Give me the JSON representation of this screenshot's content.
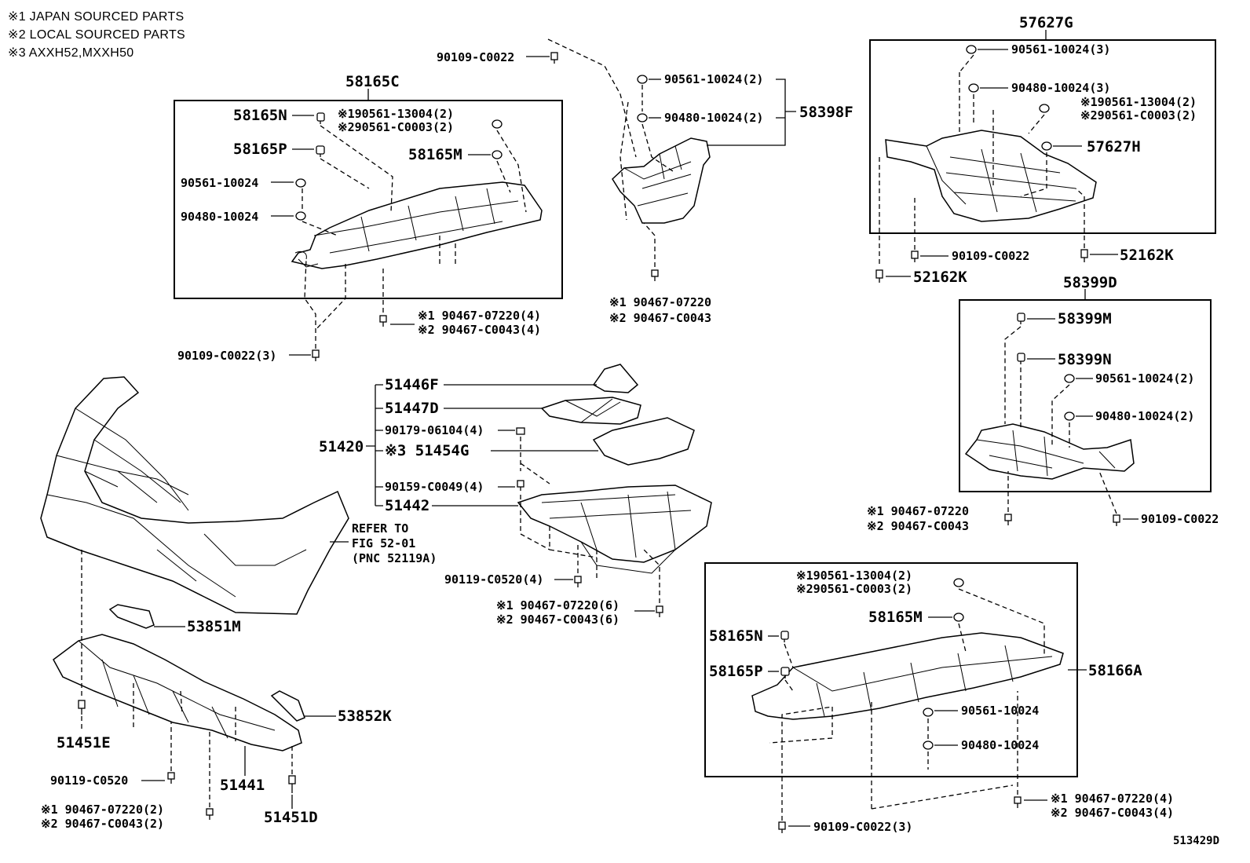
{
  "notes": [
    "※1 JAPAN SOURCED PARTS",
    "※2 LOCAL SOURCED PARTS",
    "※3 AXXH52,MXXH50"
  ],
  "diagram_id": "513429D",
  "group_labels": {
    "58165C": "58165C",
    "57627G": "57627G",
    "58398F": "58398F",
    "58399D": "58399D",
    "51420": "51420",
    "58166A": "58166A"
  },
  "labels": {
    "tl_58165N": "58165N",
    "tl_58165P": "58165P",
    "tl_58165M": "58165M",
    "tl_90561": "90561-10024",
    "tl_90480": "90480-10024",
    "tl_nut1": "※190561-13004(2)",
    "tl_nut2": "※290561-C0003(2)",
    "tl_bolt1": "※1 90467-07220(4)",
    "tl_bolt2": "※2 90467-C0043(4)",
    "tl_clip": "90109-C0022(3)",
    "tc_clip": "90109-C0022",
    "tc_90561": "90561-10024(2)",
    "tc_90480": "90480-10024(2)",
    "tc_bolt1": "※1 90467-07220",
    "tc_bolt2": "※2 90467-C0043",
    "tr_90561": "90561-10024(3)",
    "tr_90480": "90480-10024(3)",
    "tr_nut1": "※190561-13004(2)",
    "tr_nut2": "※290561-C0003(2)",
    "tr_57627H": "57627H",
    "tr_clip": "90109-C0022",
    "tr_52162K_a": "52162K",
    "tr_52162K_b": "52162K",
    "mr_58399M": "58399M",
    "mr_58399N": "58399N",
    "mr_90561": "90561-10024(2)",
    "mr_90480": "90480-10024(2)",
    "mr_bolt1": "※1 90467-07220",
    "mr_bolt2": "※2 90467-C0043",
    "mr_clip": "90109-C0022",
    "c_51446F": "51446F",
    "c_51447D": "51447D",
    "c_90179": "90179-06104(4)",
    "c_51454G": "※3 51454G",
    "c_90159": "90159-C0049(4)",
    "c_51442": "51442",
    "c_90119": "90119-C0520(4)",
    "c_bolt1": "※1 90467-07220(6)",
    "c_bolt2": "※2 90467-C0043(6)",
    "refer1": "REFER TO",
    "refer2": "FIG 52-01",
    "refer3": "(PNC 52119A)",
    "bl_53851M": "53851M",
    "bl_53852K": "53852K",
    "bl_51451E": "51451E",
    "bl_90119": "90119-C0520",
    "bl_51441": "51441",
    "bl_51451D": "51451D",
    "bl_bolt1": "※1 90467-07220(2)",
    "bl_bolt2": "※2 90467-C0043(2)",
    "br_nut1": "※190561-13004(2)",
    "br_nut2": "※290561-C0003(2)",
    "br_58165M": "58165M",
    "br_58165N": "58165N",
    "br_58165P": "58165P",
    "br_90561": "90561-10024",
    "br_90480": "90480-10024",
    "br_bolt1": "※1 90467-07220(4)",
    "br_bolt2": "※2 90467-C0043(4)",
    "br_clip": "90109-C0022(3)"
  }
}
